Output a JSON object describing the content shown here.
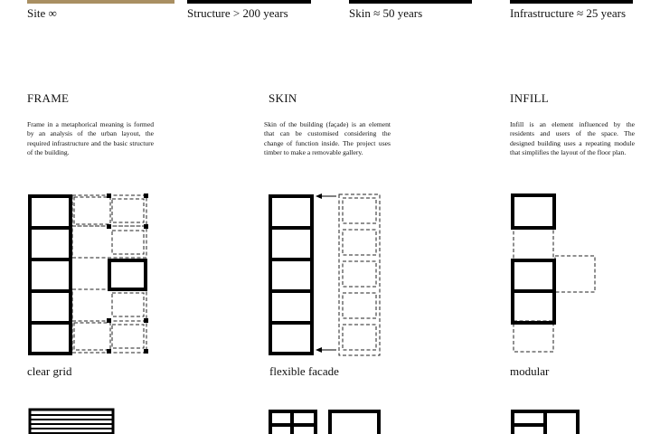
{
  "legend": {
    "site": {
      "label": "Site ∞",
      "color": "#a98f62"
    },
    "structure": {
      "label": "Structure > 200 years",
      "color": "#000000"
    },
    "skin": {
      "label": "Skin ≈ 50 years",
      "color": "#000000"
    },
    "infrastructure": {
      "label": "Infrastructure ≈ 25 years",
      "color": "#000000"
    }
  },
  "columns": [
    {
      "heading": "FRAME",
      "description": "Frame in a metaphorical meaning is formed by an analysis of the urban layout, the required infrastructure and the basic structure of the building.",
      "caption": "clear grid"
    },
    {
      "heading": "SKIN",
      "description": "Skin of the building (façade) is an element that can be customised considering the change of function inside. The project uses timber to make a removable gallery.",
      "caption": "flexible facade"
    },
    {
      "heading": "INFILL",
      "description": "Infill is an element influenced by the residents and users of the space. The designed building uses a repeating module that simplifies the layout of the floor plan.",
      "caption": "modular"
    }
  ]
}
